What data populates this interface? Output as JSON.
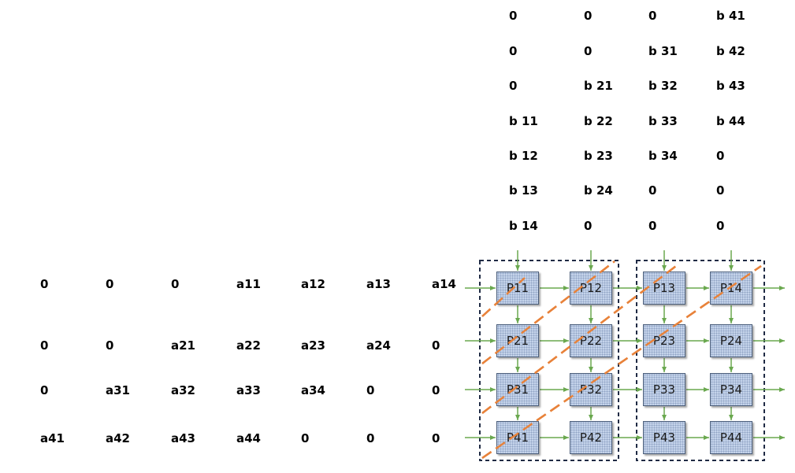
{
  "b_matrix": {
    "rows": [
      [
        "0",
        "0",
        "0",
        "b 41"
      ],
      [
        "0",
        "0",
        "b 31",
        "b 42"
      ],
      [
        "0",
        "b 21",
        "b 32",
        "b 43"
      ],
      [
        "b 11",
        "b 22",
        "b 33",
        "b 44"
      ],
      [
        "b 12",
        "b 23",
        "b 34",
        "0"
      ],
      [
        "b 13",
        "b 24",
        "0",
        "0"
      ],
      [
        "b 14",
        "0",
        "0",
        "0"
      ]
    ]
  },
  "a_matrix": {
    "rows": [
      [
        "0",
        "0",
        "0",
        "a11",
        "a12",
        "a13",
        "a14"
      ],
      [
        "0",
        "0",
        "a21",
        "a22",
        "a23",
        "a24",
        "0"
      ],
      [
        "0",
        "a31",
        "a32",
        "a33",
        "a34",
        "0",
        "0"
      ],
      [
        "a41",
        "a42",
        "a43",
        "a44",
        "0",
        "0",
        "0"
      ]
    ]
  },
  "processors": [
    [
      "P11",
      "P12",
      "P13",
      "P14"
    ],
    [
      "P21",
      "P22",
      "P23",
      "P24"
    ],
    [
      "P31",
      "P32",
      "P33",
      "P34"
    ],
    [
      "P41",
      "P42",
      "P43",
      "P44"
    ]
  ],
  "colors": {
    "arrow": "#6aa84f",
    "wavefront": "#e8823a",
    "box_border": "#1f2a44",
    "pe_fill": "#c4d3ea"
  }
}
